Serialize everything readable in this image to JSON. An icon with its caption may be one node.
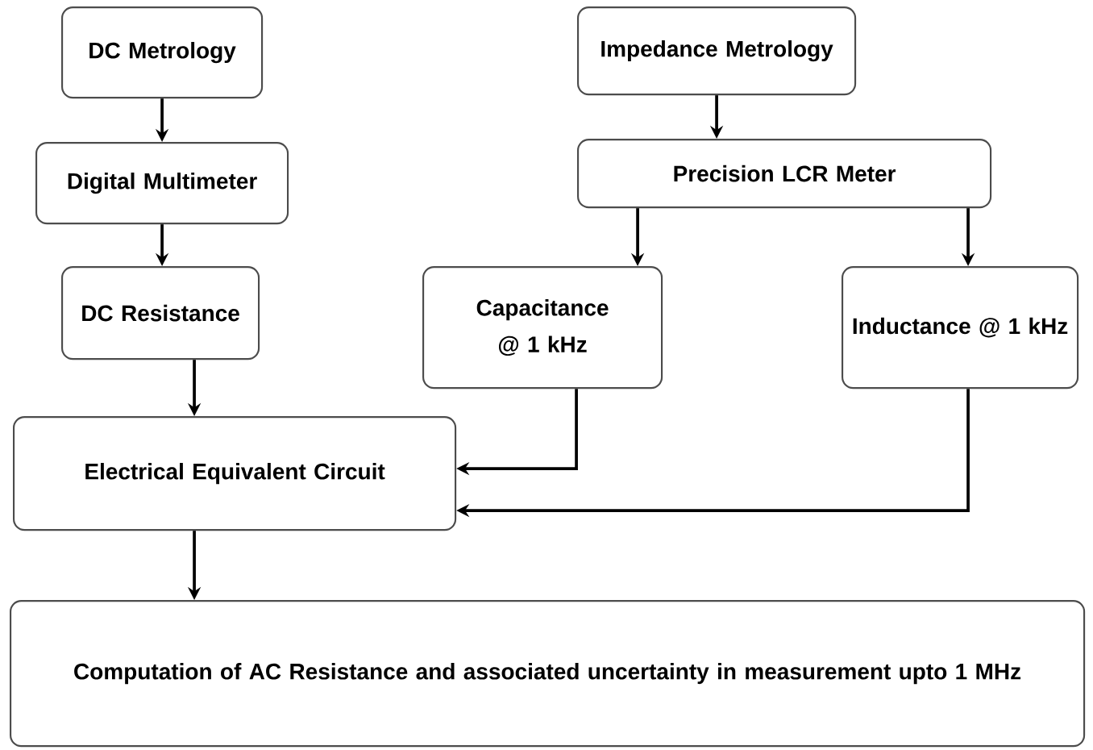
{
  "diagram": {
    "nodes": [
      {
        "text": [
          "DC Metrology"
        ]
      },
      {
        "text": [
          "Impedance Metrology"
        ]
      },
      {
        "text": [
          "Digital Multimeter"
        ]
      },
      {
        "text": [
          "Precision LCR Meter"
        ]
      },
      {
        "text": [
          "DC Resistance"
        ]
      },
      {
        "text": [
          "Capacitance @ 1 kHz"
        ]
      },
      {
        "text": [
          "Inductance @ 1 kHz"
        ]
      },
      {
        "text": [
          "Electrical Equivalent Circuit"
        ]
      },
      {
        "text": [
          "Computation of AC Resistance and associated uncertainty in measurement upto 1 MHz"
        ]
      }
    ],
    "edges": [
      {
        "from": 0,
        "to": 2,
        "arrow": "to"
      },
      {
        "from": 1,
        "to": 3,
        "arrow": "to"
      },
      {
        "from": 2,
        "to": 4,
        "arrow": "to"
      },
      {
        "from": 3,
        "to": 5,
        "arrow": "to"
      },
      {
        "from": 3,
        "to": 6,
        "arrow": "to"
      },
      {
        "from": 4,
        "to": 7,
        "arrow": "to"
      },
      {
        "from": 5,
        "to": 7,
        "arrow": "to"
      },
      {
        "from": 6,
        "to": 7,
        "arrow": "to"
      },
      {
        "from": 7,
        "to": 8,
        "arrow": "to"
      }
    ]
  }
}
